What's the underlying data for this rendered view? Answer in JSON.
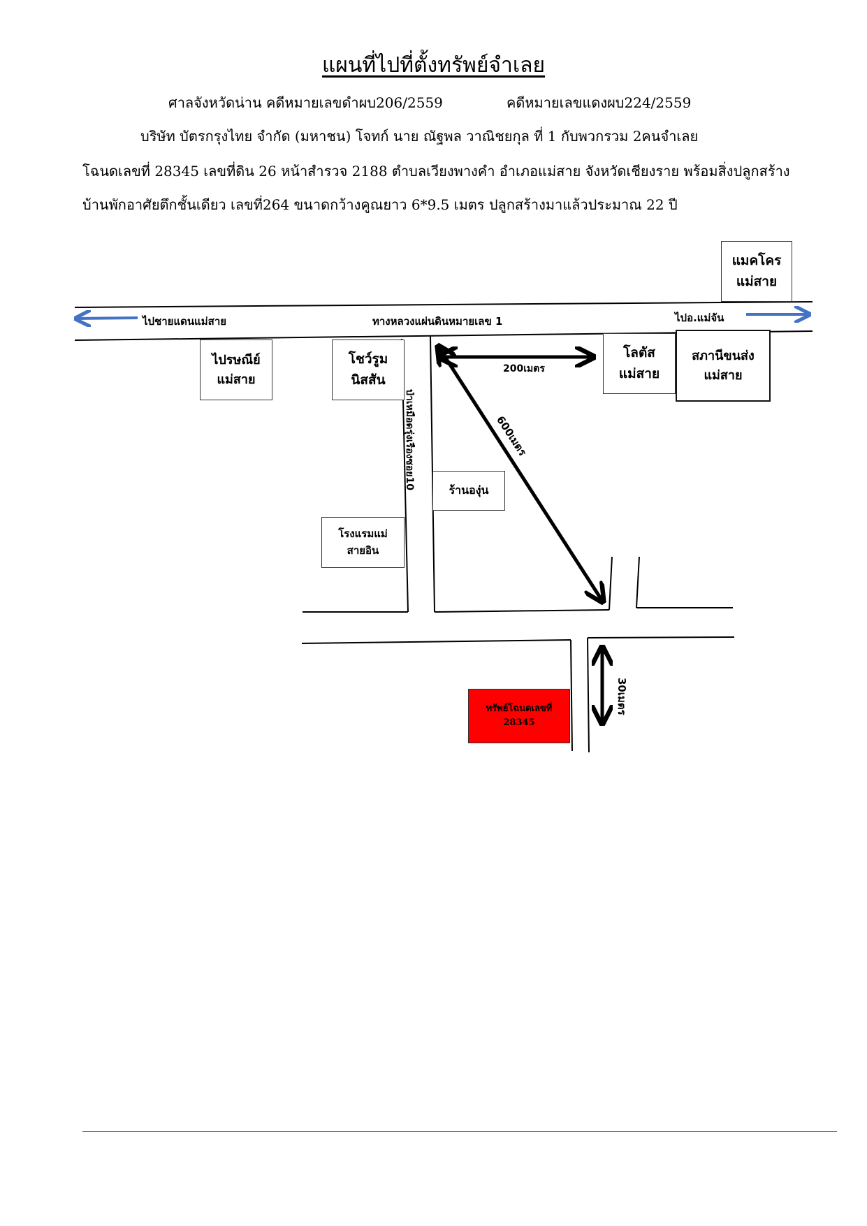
{
  "header": {
    "title": "แผนที่ไปที่ตั้งทรัพย์จำเลย",
    "court_line": "ศาลจังหวัดน่าน   คดีหมายเลขดำผบ206/2559",
    "red_case": "คดีหมายเลขแดงผบ224/2559",
    "parties_line": "บริษัท บัตรกรุงไทย จำกัด (มหาชน) โจทก์  นาย ณัฐพล วาณิชยกุล ที่ 1 กับพวกรวม 2คนจำเลย",
    "deed_line": "โฉนดเลขที่  28345  เลขที่ดิน 26  หน้าสำรวจ 2188 ตำบลเวียงพางคำ อำเภอแม่สาย จังหวัดเชียงราย พร้อมสิ่งปลูกสร้าง",
    "house_line": "บ้านพักอาศัยตึกชั้นเดียว เลขที่264 ขนาดกว้างคูณยาว 6*9.5 เมตร ปลูกสร้างมาแล้วประมาณ 22 ปี"
  },
  "map": {
    "colors": {
      "arrow_blue": "#4472C4",
      "property_red": "#FF0000",
      "line": "#000000"
    },
    "road_labels": {
      "to_border": "ไปชายแดนแม่สาย",
      "highway": "ทางหลวงแผ่นดินหมายเลข 1",
      "to_mae_chan": "ไปอ.แม่จัน",
      "soi": "ป่าเหมือดรุ่งเรืองซอย10"
    },
    "landmarks": {
      "makro": [
        "แมคโคร",
        "แม่สาย"
      ],
      "post_office": [
        "ไปรษณีย์",
        "แม่สาย"
      ],
      "showroom": [
        "โชว์รูม",
        "นิสสัน"
      ],
      "lotus": [
        "โลตัส",
        "แม่สาย"
      ],
      "sapa": [
        "สภานีขนส่ง",
        "แม่สาย"
      ],
      "grape_shop": [
        "ร้านองุ่น"
      ],
      "hotel": [
        "โรงแรมแม่",
        "สายอิน"
      ]
    },
    "distances": {
      "horizontal": "200เมตร",
      "diagonal": "600เมตร",
      "vertical": "30เมตร"
    },
    "property": [
      "ทรัพย์โฉนดเลขที่",
      "28345"
    ]
  }
}
